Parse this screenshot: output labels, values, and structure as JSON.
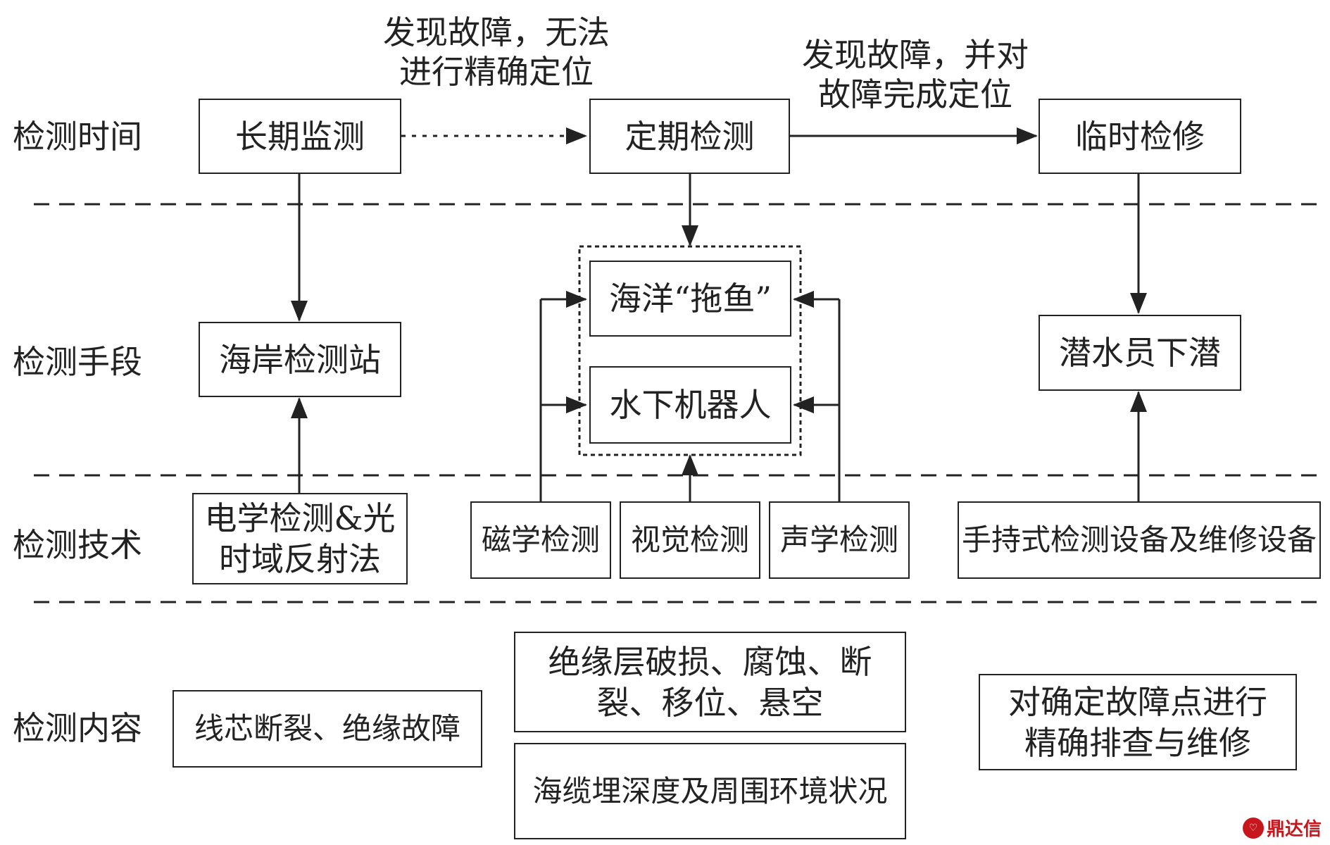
{
  "rows": {
    "time": "检测时间",
    "means": "检测手段",
    "tech": "检测技术",
    "content": "检测内容"
  },
  "annotations": {
    "no_locate": "发现故障，无法\n进行精确定位",
    "locate": "发现故障，并对\n故障完成定位"
  },
  "time_boxes": {
    "long_term": "长期监测",
    "periodic": "定期检测",
    "temporary": "临时检修"
  },
  "means_boxes": {
    "shore_station": "海岸检测站",
    "trawl": "海洋“拖鱼”",
    "robot": "水下机器人",
    "diver": "潜水员下潜"
  },
  "tech_boxes": {
    "electrical_otdr": "电学检测&光\n时域反射法",
    "magnetic": "磁学检测",
    "visual": "视觉检测",
    "acoustic": "声学检测",
    "handheld": "手持式检测设备及维修设备"
  },
  "content_boxes": {
    "core_fault": "线芯断裂、绝缘故障",
    "damage": "绝缘层破损、腐蚀、断\n裂、移位、悬空",
    "burial": "海缆埋深度及周围环境状况",
    "repair": "对确定故障点进行\n精确排查与维修"
  },
  "watermark": "鼎达信",
  "colors": {
    "line": "#222222",
    "watermark": "#c8161d"
  }
}
